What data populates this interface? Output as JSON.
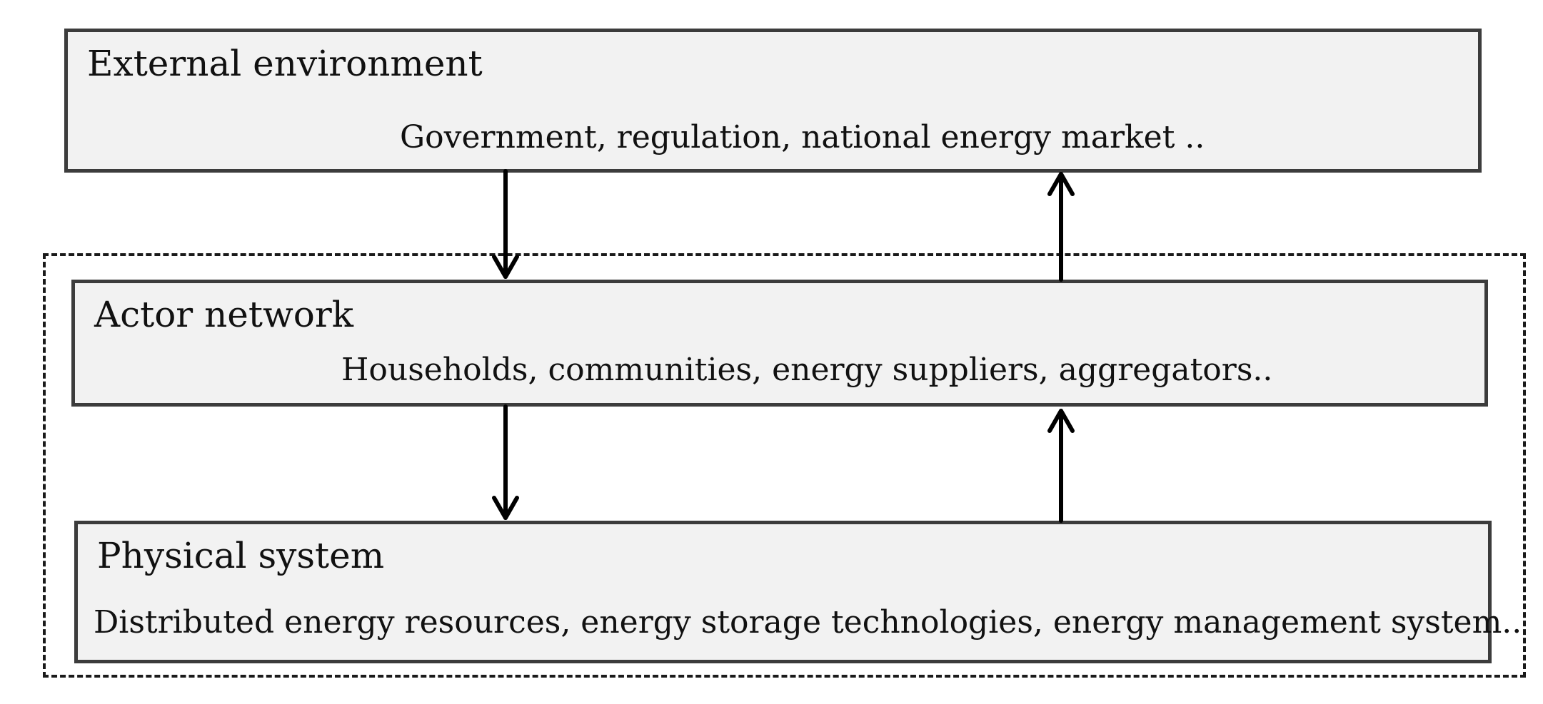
{
  "external": {
    "title": "External environment",
    "text": "Government, regulation, national energy market .."
  },
  "actor": {
    "title": "Actor network",
    "text": "Households, communities, energy suppliers,  aggregators.."
  },
  "physical": {
    "title": "Physical system",
    "text": "Distributed energy resources, energy storage technologies, energy management system.."
  },
  "colors": {
    "box_fill": "#f2f2f2",
    "box_border": "#3c3c3c",
    "arrow": "#000000",
    "dashed_border": "#1a1a1a"
  }
}
